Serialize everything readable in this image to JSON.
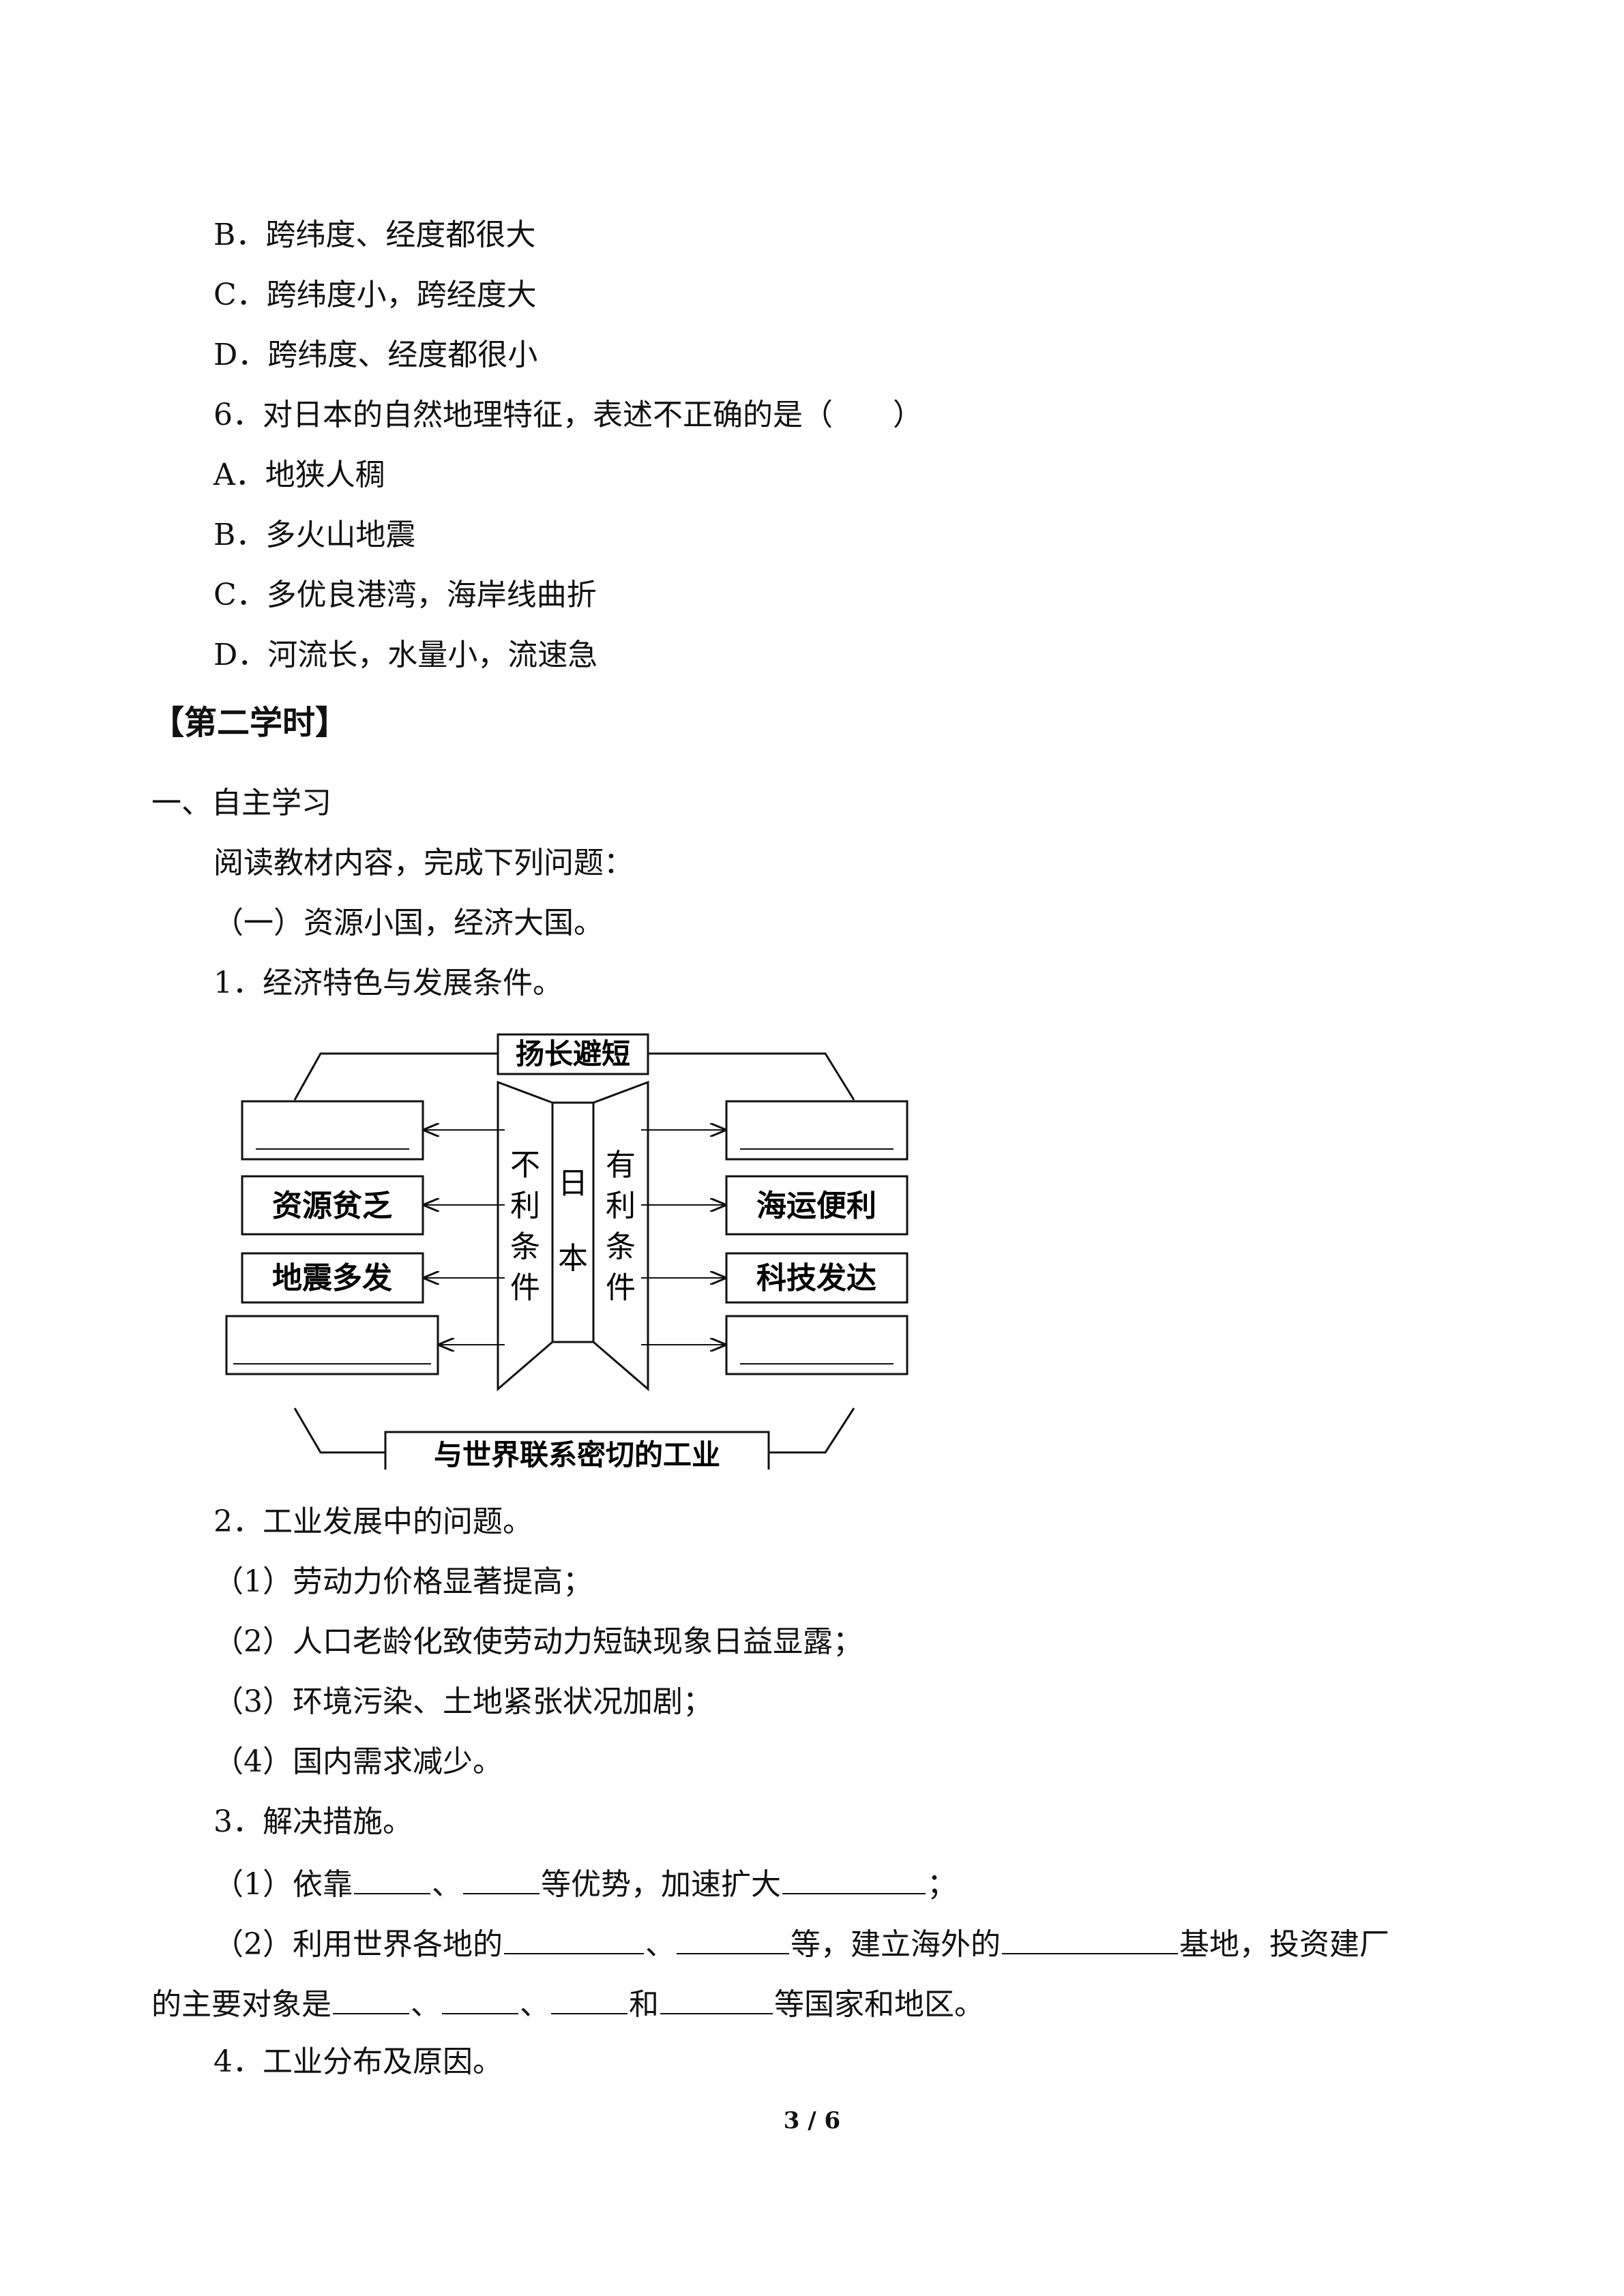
{
  "lines": [
    {
      "id": "q5-b",
      "text": "B．跨纬度、经度都很大"
    },
    {
      "id": "q5-c",
      "text": "C．跨纬度小，跨经度大"
    },
    {
      "id": "q5-d",
      "text": "D．跨纬度、经度都很小"
    },
    {
      "id": "q6",
      "text": "6．对日本的自然地理特征，表述不正确的是（　　）"
    },
    {
      "id": "q6-a",
      "text": "A．地狭人稠"
    },
    {
      "id": "q6-b",
      "text": "B．多火山地震"
    },
    {
      "id": "q6-c",
      "text": "C．多优良港湾，海岸线曲折"
    },
    {
      "id": "q6-d",
      "text": "D．河流长，水量小，流速急"
    }
  ],
  "section_title": "【第二学时】",
  "part1": "一、自主学习",
  "intro": "阅读教材内容，完成下列问题：",
  "sub1": "（一）资源小国，经济大国。",
  "item1": "1．经济特色与发展条件。",
  "diagram": {
    "top_label": "扬长避短",
    "bottom_label": "与世界联系密切的工业",
    "center": "日本",
    "left_trap": "不利条件",
    "right_trap": "有利条件",
    "left_boxes": [
      "",
      "资源贫乏",
      "地震多发",
      ""
    ],
    "right_boxes": [
      "",
      "海运便利",
      "科技发达",
      ""
    ]
  },
  "item2": "2．工业发展中的问题。",
  "problems": [
    "（1）劳动力价格显著提高；",
    "（2）人口老龄化致使劳动力短缺现象日益显露；",
    "（3）环境污染、土地紧张状况加剧；",
    "（4）国内需求减少。"
  ],
  "item3": "3．解决措施。",
  "m1": {
    "a": "（1）依靠",
    "b": "、",
    "c": "等优势，加速扩大",
    "d": "；"
  },
  "m2": {
    "a": "（2）利用世界各地的",
    "b": "、",
    "c": "等，建立海外的",
    "d": "基地，投资建厂"
  },
  "m3": {
    "a": "的主要对象是",
    "b": "、",
    "c": "、",
    "d": "和",
    "e": "等国家和地区。"
  },
  "item4": "4．工业分布及原因。",
  "page_number": "3 / 6"
}
